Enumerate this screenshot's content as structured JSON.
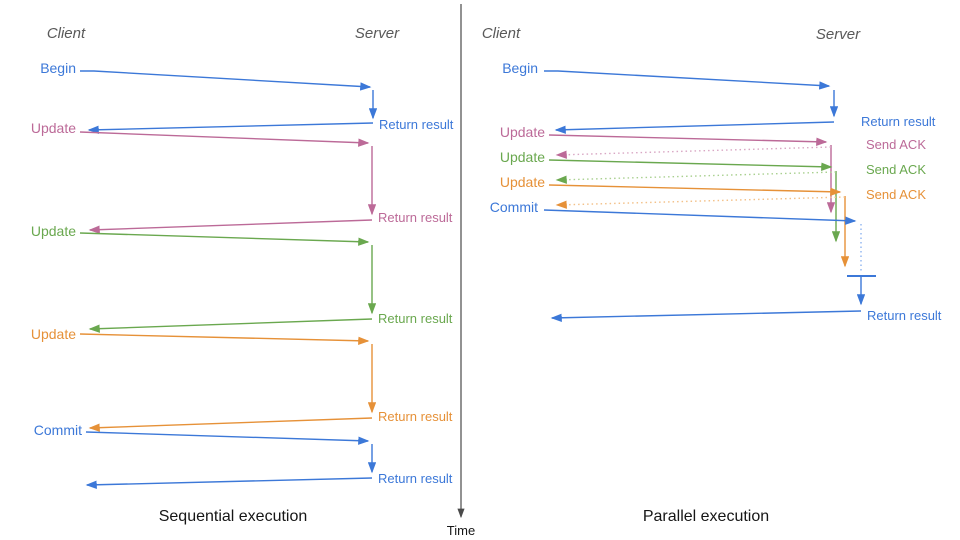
{
  "diagram": {
    "left": {
      "client_heading": "Client",
      "server_heading": "Server",
      "caption": "Sequential execution",
      "messages": [
        {
          "request": "Begin",
          "response": "Return result",
          "color": "#3c78d8"
        },
        {
          "request": "Update",
          "response": "Return result",
          "color": "#bc6a98"
        },
        {
          "request": "Update",
          "response": "Return result",
          "color": "#6aa84f"
        },
        {
          "request": "Update",
          "response": "Return result",
          "color": "#e69138"
        },
        {
          "request": "Commit",
          "response": "Return result",
          "color": "#3c78d8"
        }
      ]
    },
    "right": {
      "client_heading": "Client",
      "server_heading": "Server",
      "caption": "Parallel execution",
      "messages": [
        {
          "request": "Begin",
          "response": "Return result",
          "color": "#3c78d8"
        },
        {
          "request": "Update",
          "response": "Send ACK",
          "color": "#bc6a98"
        },
        {
          "request": "Update",
          "response": "Send ACK",
          "color": "#6aa84f"
        },
        {
          "request": "Update",
          "response": "Send ACK",
          "color": "#e69138"
        },
        {
          "request": "Commit",
          "response": "Return result",
          "color": "#3c78d8"
        }
      ]
    },
    "time_axis": {
      "label": "Time"
    },
    "colors": {
      "blue": "#3c78d8",
      "pink": "#bc6a98",
      "green": "#6aa84f",
      "orange": "#e69138",
      "blue_light": "#8db3ef",
      "pink_light": "#d9a7c4",
      "green_light": "#a9d08f",
      "orange_light": "#f3c189",
      "heading_gray": "#595959",
      "axis_gray": "#4a4a4a"
    }
  }
}
